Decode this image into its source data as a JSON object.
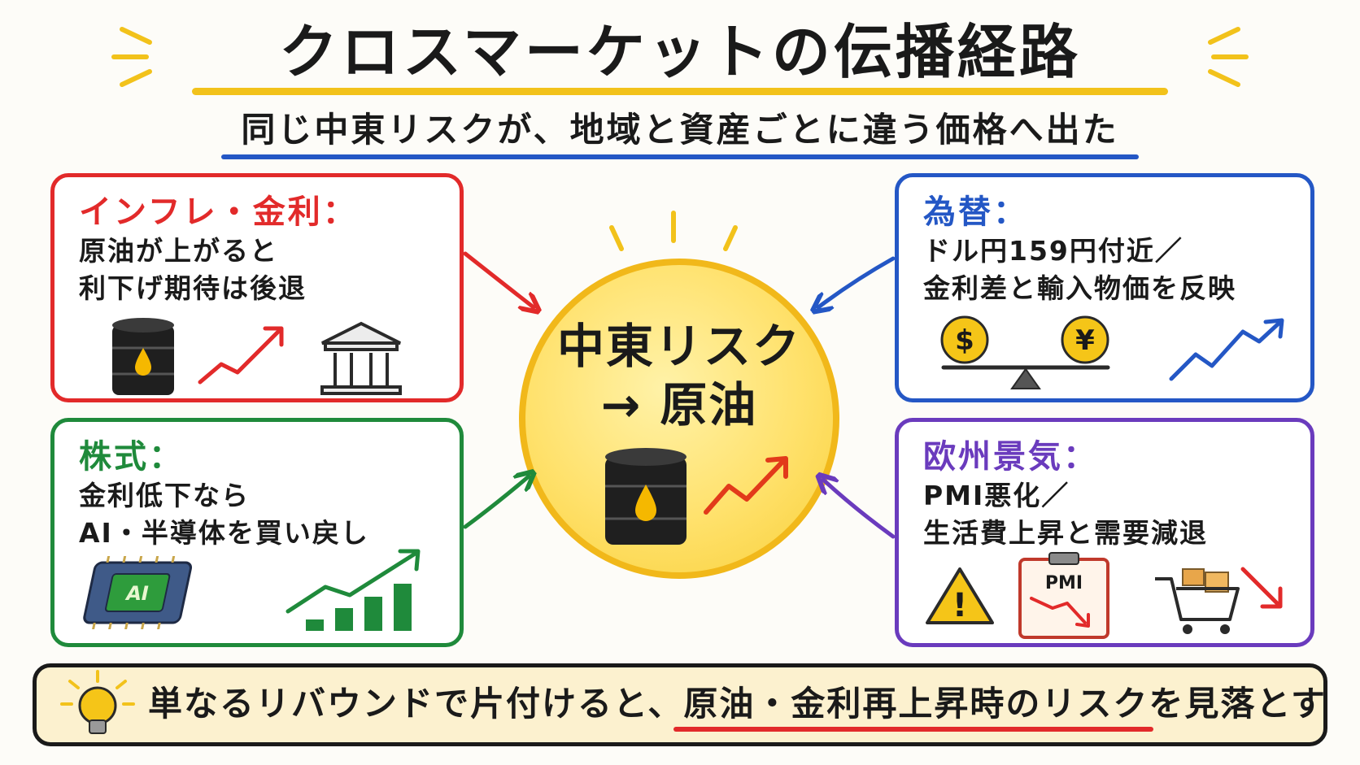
{
  "title": "クロスマーケットの伝播経路",
  "subtitle": "同じ中東リスクが、地域と資産ごとに違う価格へ出た",
  "center": {
    "line1": "中東リスク",
    "line2": "→ 原油"
  },
  "boxes": {
    "inflation": {
      "title": "インフレ・金利：",
      "lines": [
        "原油が上がると",
        "利下げ期待は後退"
      ],
      "icons": [
        "oil-barrel-icon",
        "rising-arrow-icon",
        "bank-icon"
      ],
      "color": "#e22a2a"
    },
    "fx": {
      "title": "為替：",
      "lines": [
        "ドル円159円付近／",
        "金利差と輸入物価を反映"
      ],
      "icons": [
        "dollar-coin-icon",
        "yen-coin-icon",
        "balance-scale-icon",
        "rising-trend-icon"
      ],
      "dollar_symbol": "$",
      "yen_symbol": "¥",
      "color": "#2457c5"
    },
    "stocks": {
      "title": "株式：",
      "lines": [
        "金利低下なら",
        "AI・半導体を買い戻し"
      ],
      "icons": [
        "ai-chip-icon",
        "rising-bar-chart-icon"
      ],
      "chip_label": "AI",
      "color": "#1f8a3b"
    },
    "europe": {
      "title": "欧州景気：",
      "lines": [
        "PMI悪化／",
        "生活費上昇と需要減退"
      ],
      "icons": [
        "warning-icon",
        "pmi-clipboard-icon",
        "shopping-cart-icon",
        "falling-arrow-icon"
      ],
      "warning_symbol": "!",
      "pmi_label": "PMI",
      "color": "#6a3bbd"
    }
  },
  "bottom": {
    "text": "単なるリバウンドで片付けると、原油・金利再上昇時のリスクを見落とす",
    "icon": "lightbulb-icon"
  },
  "colors": {
    "accent_yellow": "#f2c21b",
    "accent_blue": "#2457c5",
    "accent_red": "#e22a2a"
  }
}
